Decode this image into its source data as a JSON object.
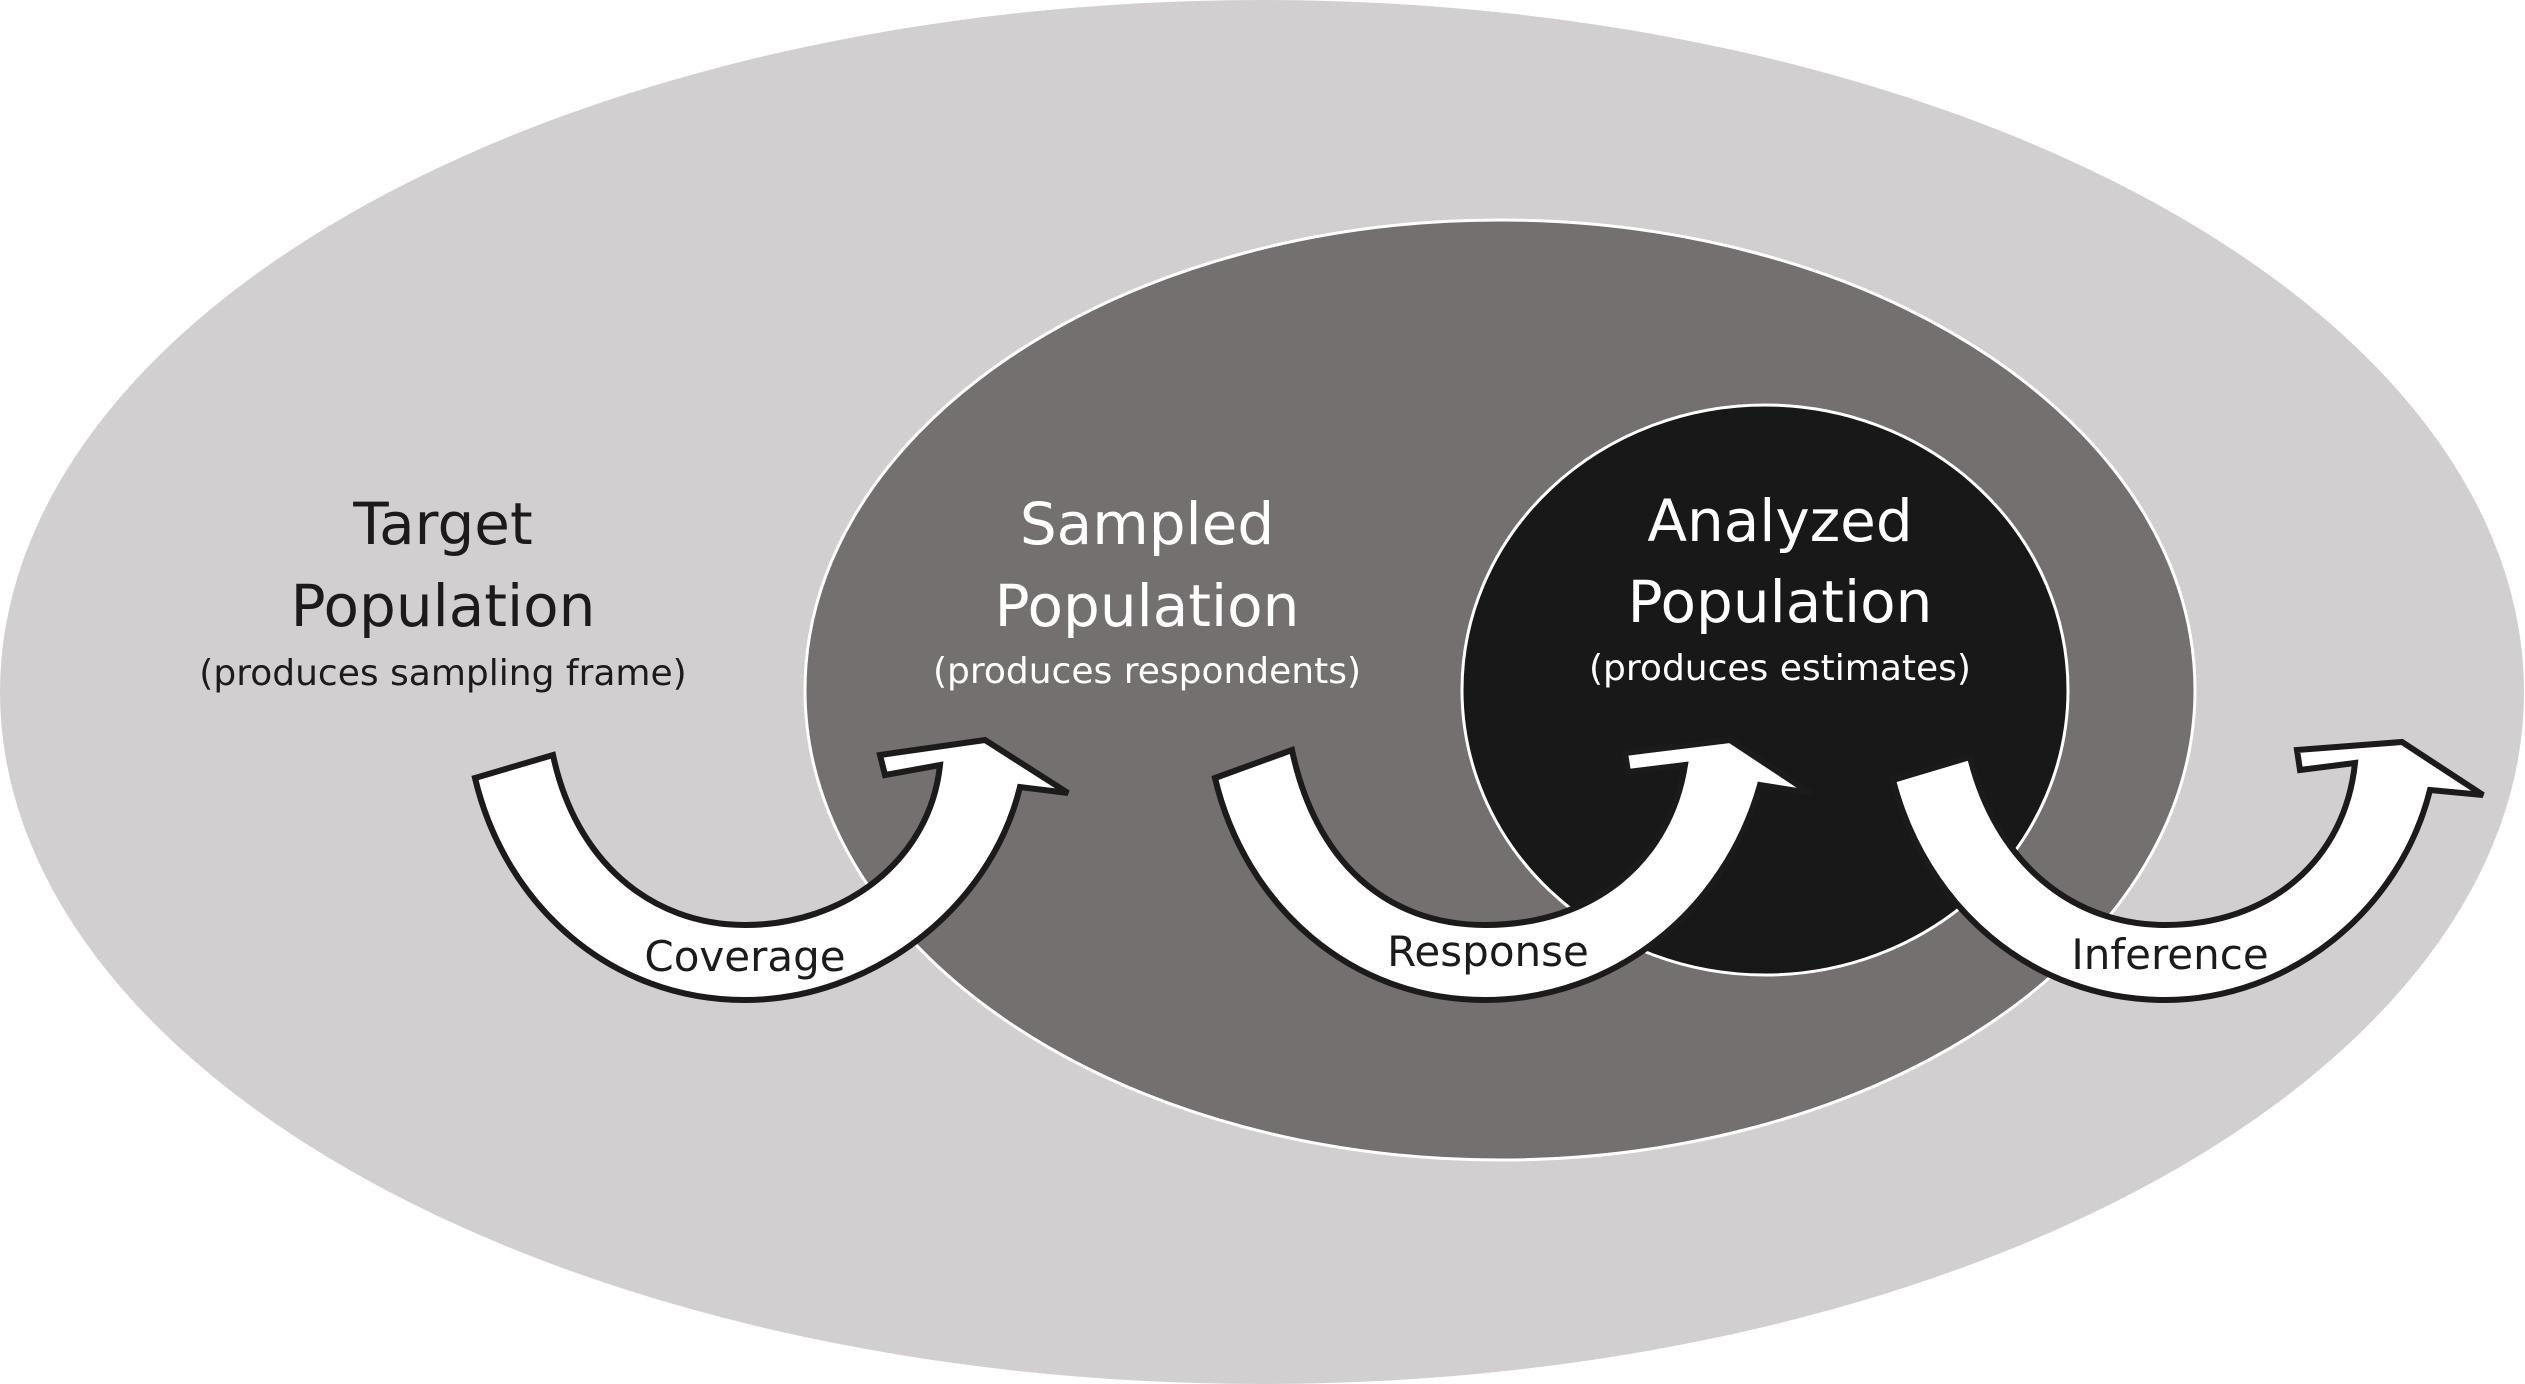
{
  "colors": {
    "outer_fill": "#d1cfd0",
    "middle_fill": "#74706f",
    "inner_fill": "#181818",
    "dark_text": "#1c1a1b",
    "light_text": "#ffffff",
    "arrow_fill": "#ffffff"
  },
  "populations": [
    {
      "title_line1": "Target",
      "title_line2": "Population",
      "subtitle": "(produces sampling frame)"
    },
    {
      "title_line1": "Sampled",
      "title_line2": "Population",
      "subtitle": "(produces respondents)"
    },
    {
      "title_line1": "Analyzed",
      "title_line2": "Population",
      "subtitle": "(produces estimates)"
    }
  ],
  "arrows": [
    {
      "label": "Coverage",
      "icon": "curved-arrow-icon"
    },
    {
      "label": "Response",
      "icon": "curved-arrow-icon"
    },
    {
      "label": "Inference",
      "icon": "curved-arrow-icon"
    }
  ]
}
